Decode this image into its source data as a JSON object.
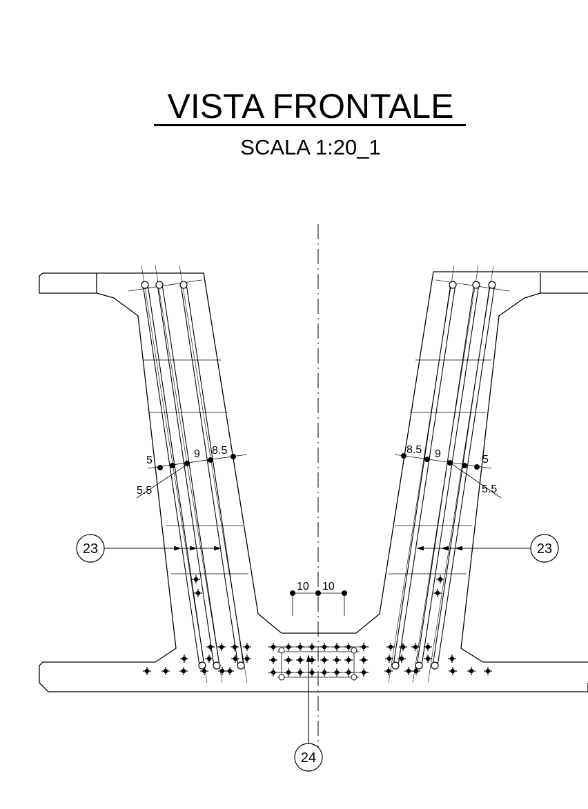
{
  "title": "VISTA FRONTALE",
  "subtitle": "SCALA 1:20_1",
  "dimensions_left": {
    "d1": "5",
    "d2": "9",
    "d3": "8.5",
    "d4": "5.5"
  },
  "dimensions_right": {
    "d1": "8.5",
    "d2": "9",
    "d3": "5",
    "d4": "5.5"
  },
  "dimensions_center": {
    "d1": "10",
    "d2": "10"
  },
  "callouts": {
    "left": "23",
    "right": "23",
    "bottom": "24"
  }
}
